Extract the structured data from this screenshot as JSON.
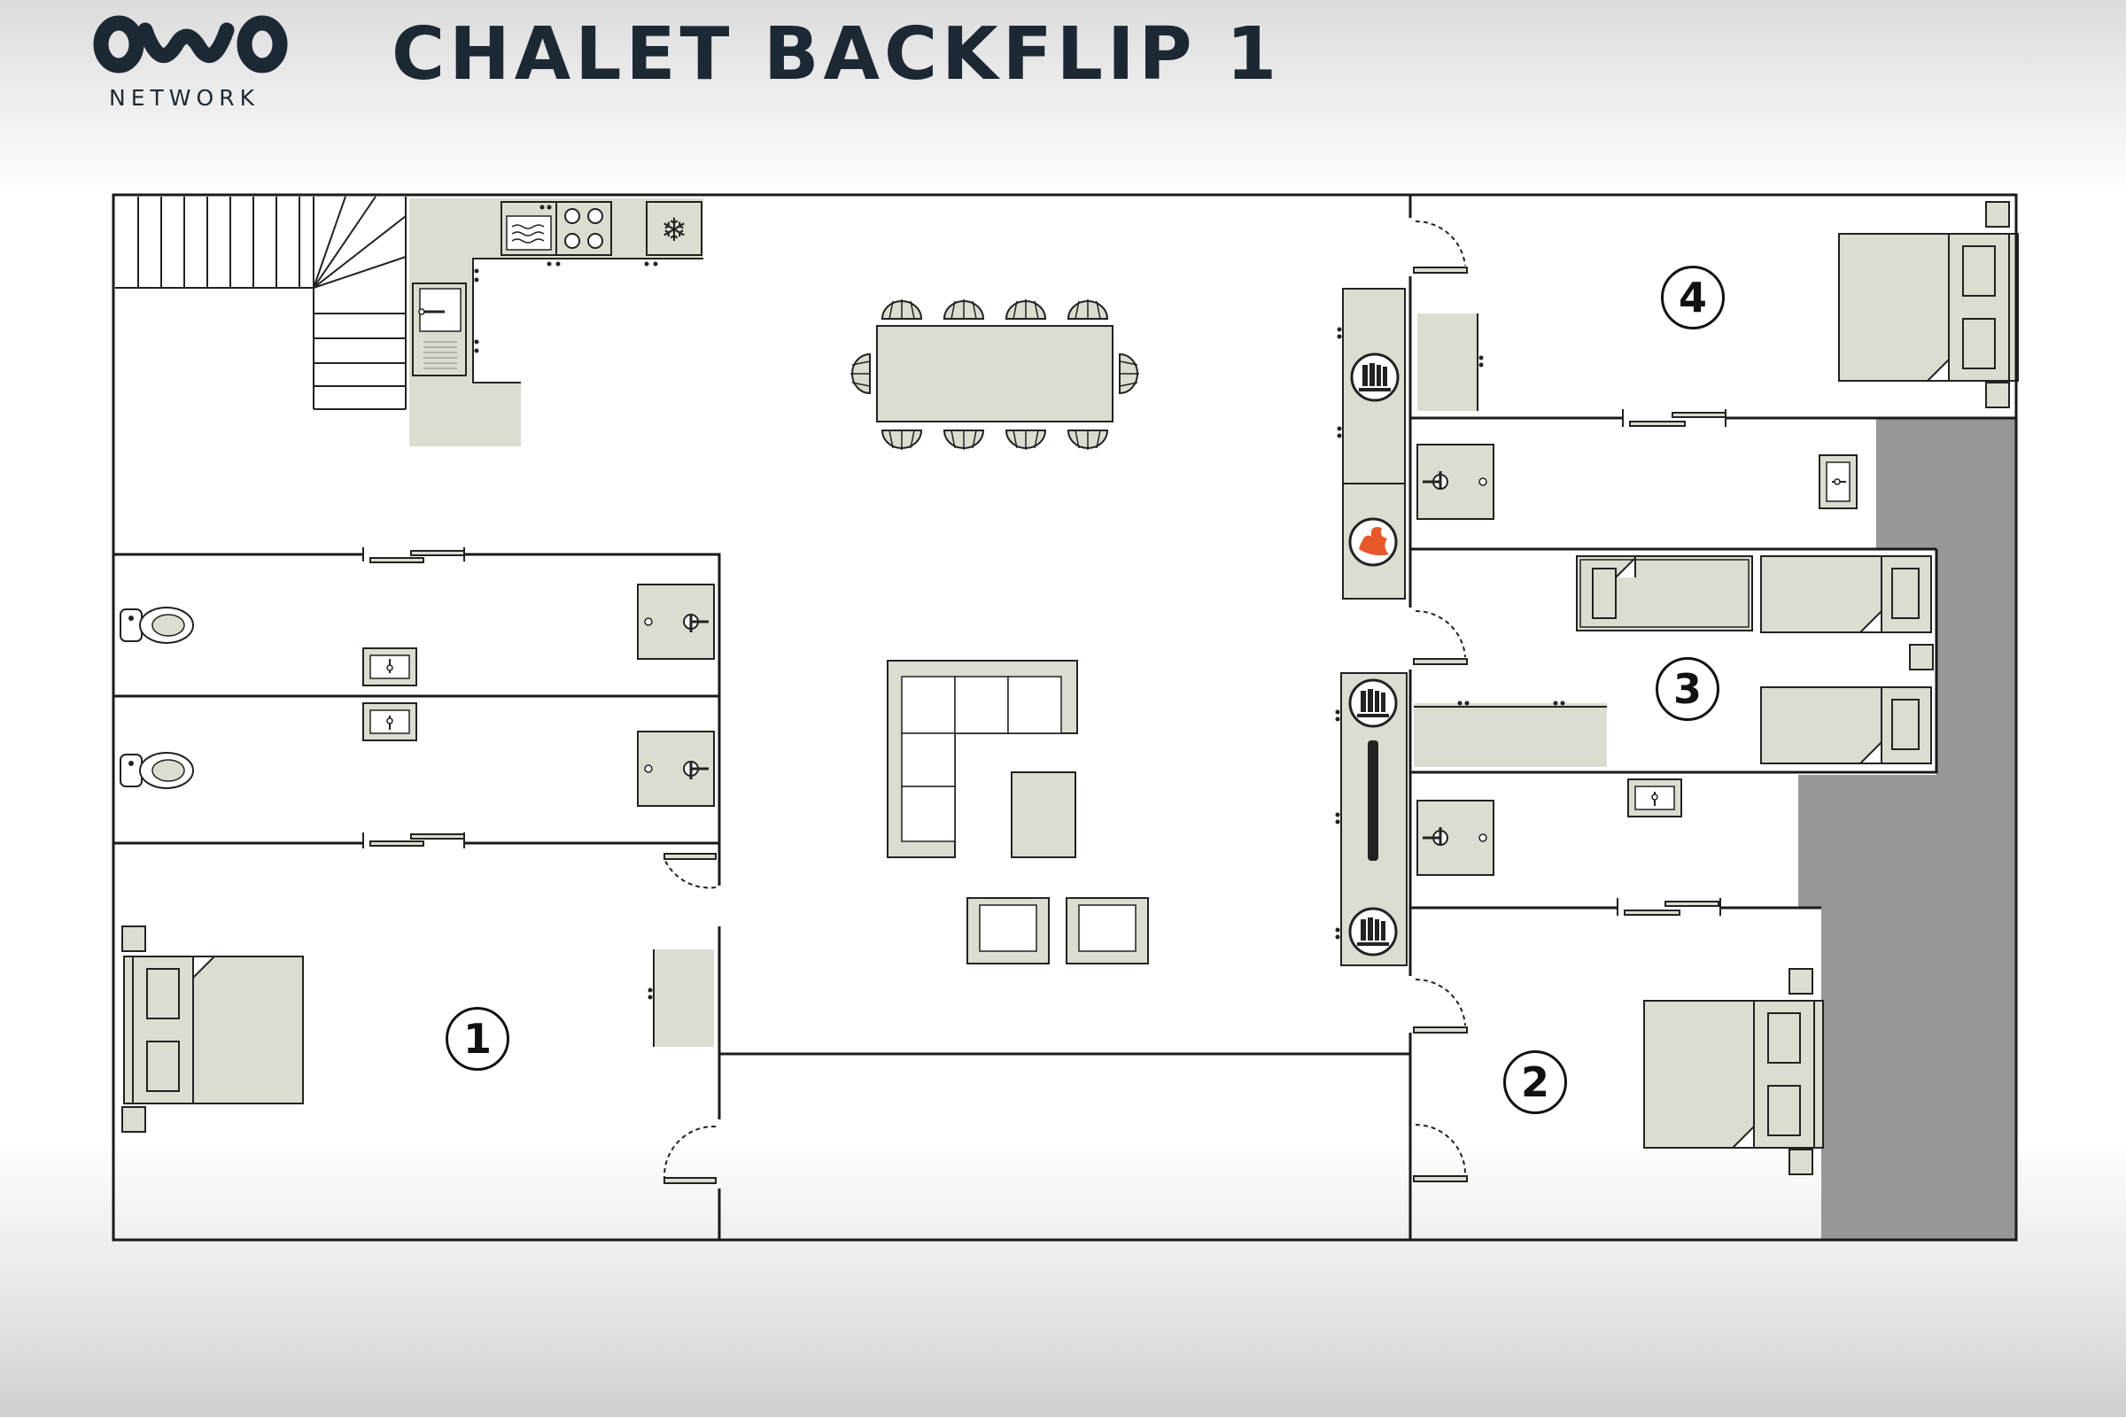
{
  "header": {
    "brand": "NETWORK",
    "title": "CHALET BACKFLIP 1"
  },
  "rooms": {
    "bedroom_1": "1",
    "bedroom_2": "2",
    "bedroom_3": "3",
    "bedroom_4": "4"
  },
  "colors": {
    "wall": "#1a1a1a",
    "furniture_fill": "#dcddd0",
    "dark_area": "#979797",
    "fireplace": "#e8572a"
  }
}
